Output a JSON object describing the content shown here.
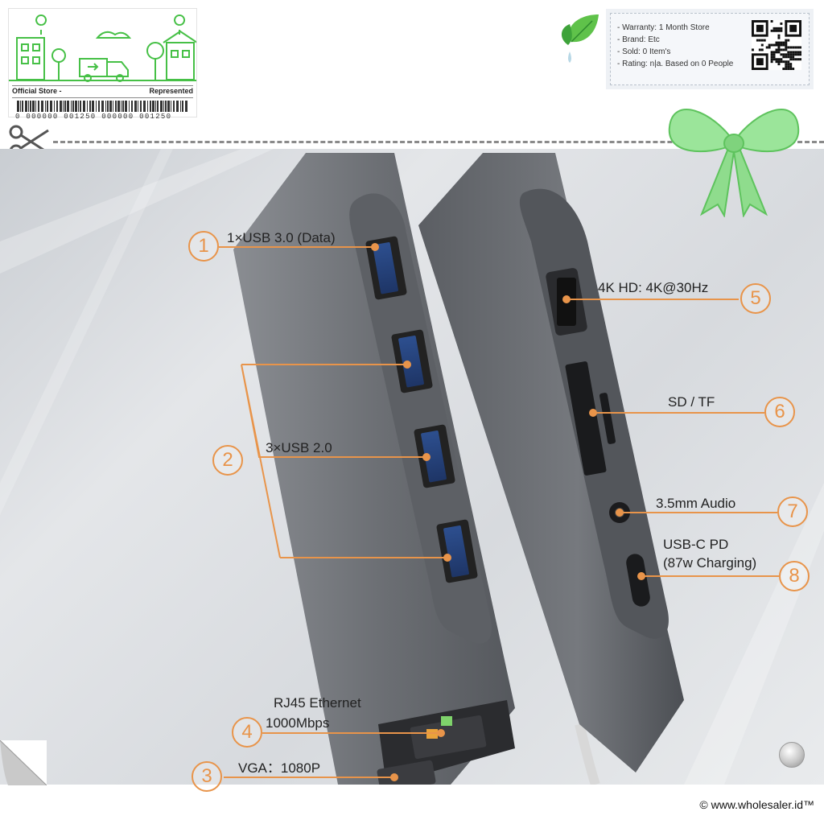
{
  "store_card": {
    "left_label": "Official Store -",
    "right_label": "Represented",
    "barcode_number": "0 000000 001250 000000 001250"
  },
  "info": {
    "items": [
      "- Warranty: 1 Month Store",
      "- Brand: Etc",
      "- Sold: 0 Item's",
      "- Rating: n|a. Based on 0 People"
    ]
  },
  "callouts": [
    {
      "num": "1",
      "text": "1×USB 3.0 (Data)"
    },
    {
      "num": "2",
      "text": "3×USB 2.0"
    },
    {
      "num": "3",
      "text": "VGA：1080P"
    },
    {
      "num": "4",
      "text_line1": "RJ45 Ethernet",
      "text_line2": "1000Mbps"
    },
    {
      "num": "5",
      "text": "4K HD: 4K@30Hz"
    },
    {
      "num": "6",
      "text": "SD / TF"
    },
    {
      "num": "7",
      "text": "3.5mm Audio"
    },
    {
      "num": "8",
      "text_line1": "USB-C PD",
      "text_line2": "(87w Charging)"
    }
  ],
  "footer": {
    "copyright": "© www.wholesaler.id™"
  },
  "colors": {
    "accent": "#e8944a",
    "green": "#4cc24c",
    "device": "#6f7277"
  },
  "icons": [
    "scissors-icon",
    "leaf-icon",
    "qr-code-icon",
    "ribbon-bow-icon",
    "page-curl-icon"
  ]
}
